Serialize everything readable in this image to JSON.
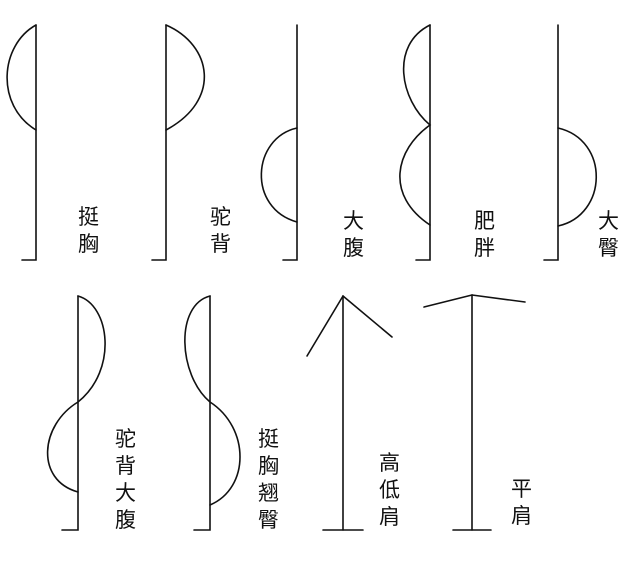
{
  "figures": [
    {
      "id": "chest-out",
      "label_lines": [
        "挺",
        "胸"
      ]
    },
    {
      "id": "hunchback",
      "label_lines": [
        "驼",
        "背"
      ]
    },
    {
      "id": "big-belly",
      "label_lines": [
        "大",
        "腹"
      ]
    },
    {
      "id": "stout",
      "label_lines": [
        "肥",
        "胖"
      ]
    },
    {
      "id": "big-hips",
      "label_lines": [
        "大",
        "臀"
      ]
    },
    {
      "id": "hunchback-big-belly",
      "label_lines": [
        "驼",
        "背",
        "大",
        "腹"
      ]
    },
    {
      "id": "chest-out-raised-hips",
      "label_lines": [
        "挺",
        "胸",
        "翘",
        "臀"
      ]
    },
    {
      "id": "uneven-shoulders",
      "label_lines": [
        "高",
        "低",
        "肩"
      ]
    },
    {
      "id": "square-shoulders",
      "label_lines": [
        "平",
        "肩"
      ]
    }
  ]
}
